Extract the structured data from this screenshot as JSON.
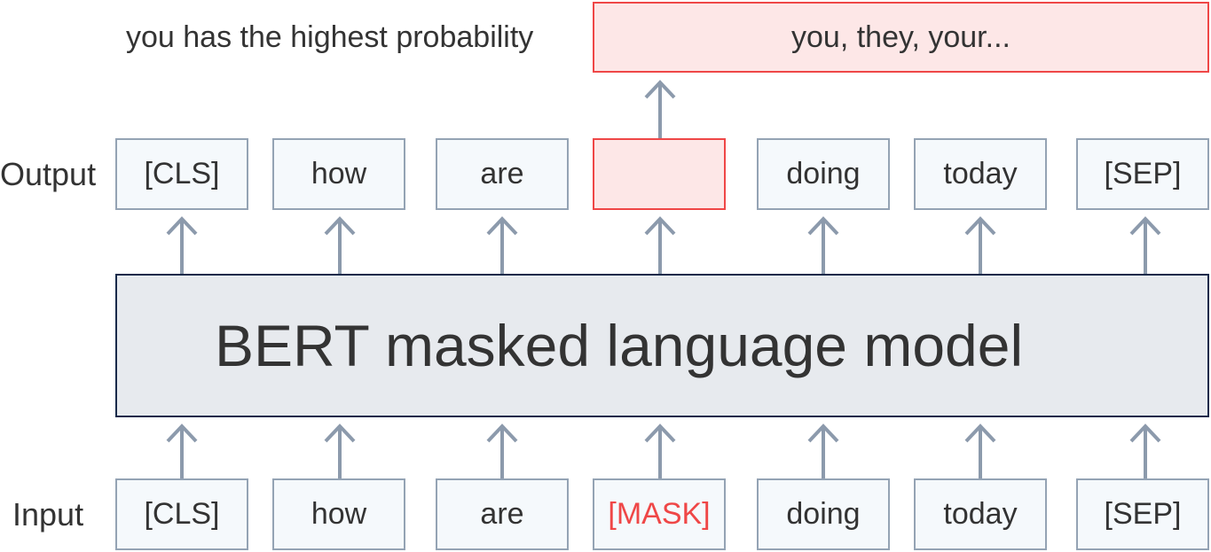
{
  "diagram": {
    "prediction_label": "you has the highest probability",
    "prediction_text": "you, they, your...",
    "model_title": "BERT masked language model",
    "output_row_label": "Output",
    "input_row_label": "Input",
    "output_tokens": [
      "[CLS]",
      "how",
      "are",
      "",
      "doing",
      "today",
      "[SEP]"
    ],
    "input_tokens": [
      "[CLS]",
      "how",
      "are",
      "[MASK]",
      "doing",
      "today",
      "[SEP]"
    ],
    "masked_index": 3
  },
  "colors": {
    "token_fill": "#f5f9fc",
    "token_border": "#94a3b4",
    "mask_fill": "#fde7e7",
    "mask_border": "#ef4747",
    "mask_text": "#ef4747",
    "model_fill": "#e7eaee",
    "model_border": "#152a4a",
    "arrow": "#8c9aac",
    "text": "#333333"
  }
}
